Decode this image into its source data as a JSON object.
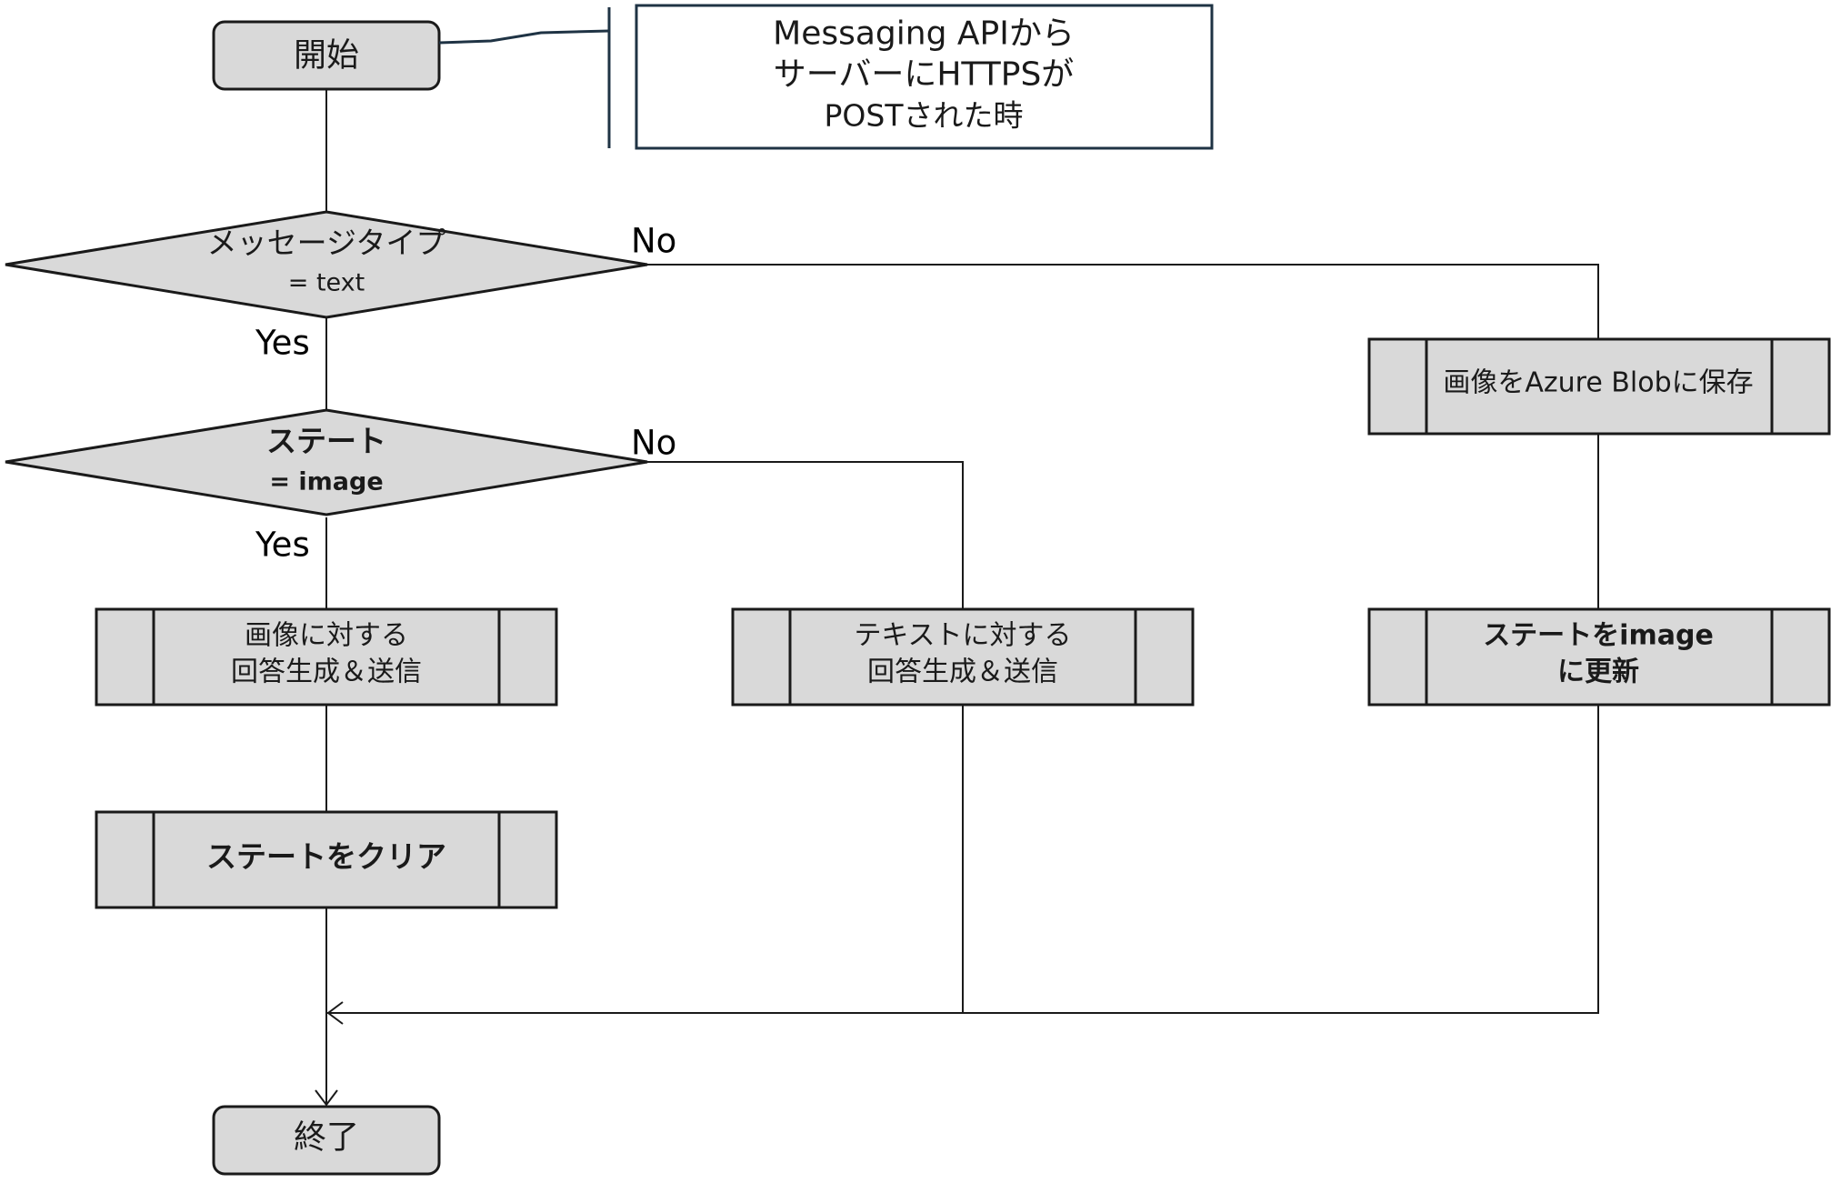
{
  "colors": {
    "shape_fill": "#d9d9d9",
    "stroke": "#1a1a1a",
    "note_stroke": "#1f3344",
    "background": "#ffffff"
  },
  "nodes": {
    "start": {
      "label": "開始"
    },
    "end": {
      "label": "終了"
    },
    "note": {
      "line1": "Messaging APIから",
      "line2": "サーバーにHTTPSが",
      "line3": "POSTされた時"
    },
    "decision_type": {
      "line1": "メッセージタイプ",
      "line2": "= text"
    },
    "decision_state": {
      "line1": "ステート",
      "line2": "= image"
    },
    "process_image_answer": {
      "line1": "画像に対する",
      "line2": "回答生成＆送信"
    },
    "process_text_answer": {
      "line1": "テキストに対する",
      "line2": "回答生成＆送信"
    },
    "process_clear_state": {
      "label": "ステートをクリア"
    },
    "process_save_blob": {
      "label": "画像をAzure Blobに保存"
    },
    "process_update_state": {
      "line1": "ステートをimage",
      "line2": "に更新"
    }
  },
  "branches": {
    "type_yes": "Yes",
    "type_no": "No",
    "state_yes": "Yes",
    "state_no": "No"
  }
}
